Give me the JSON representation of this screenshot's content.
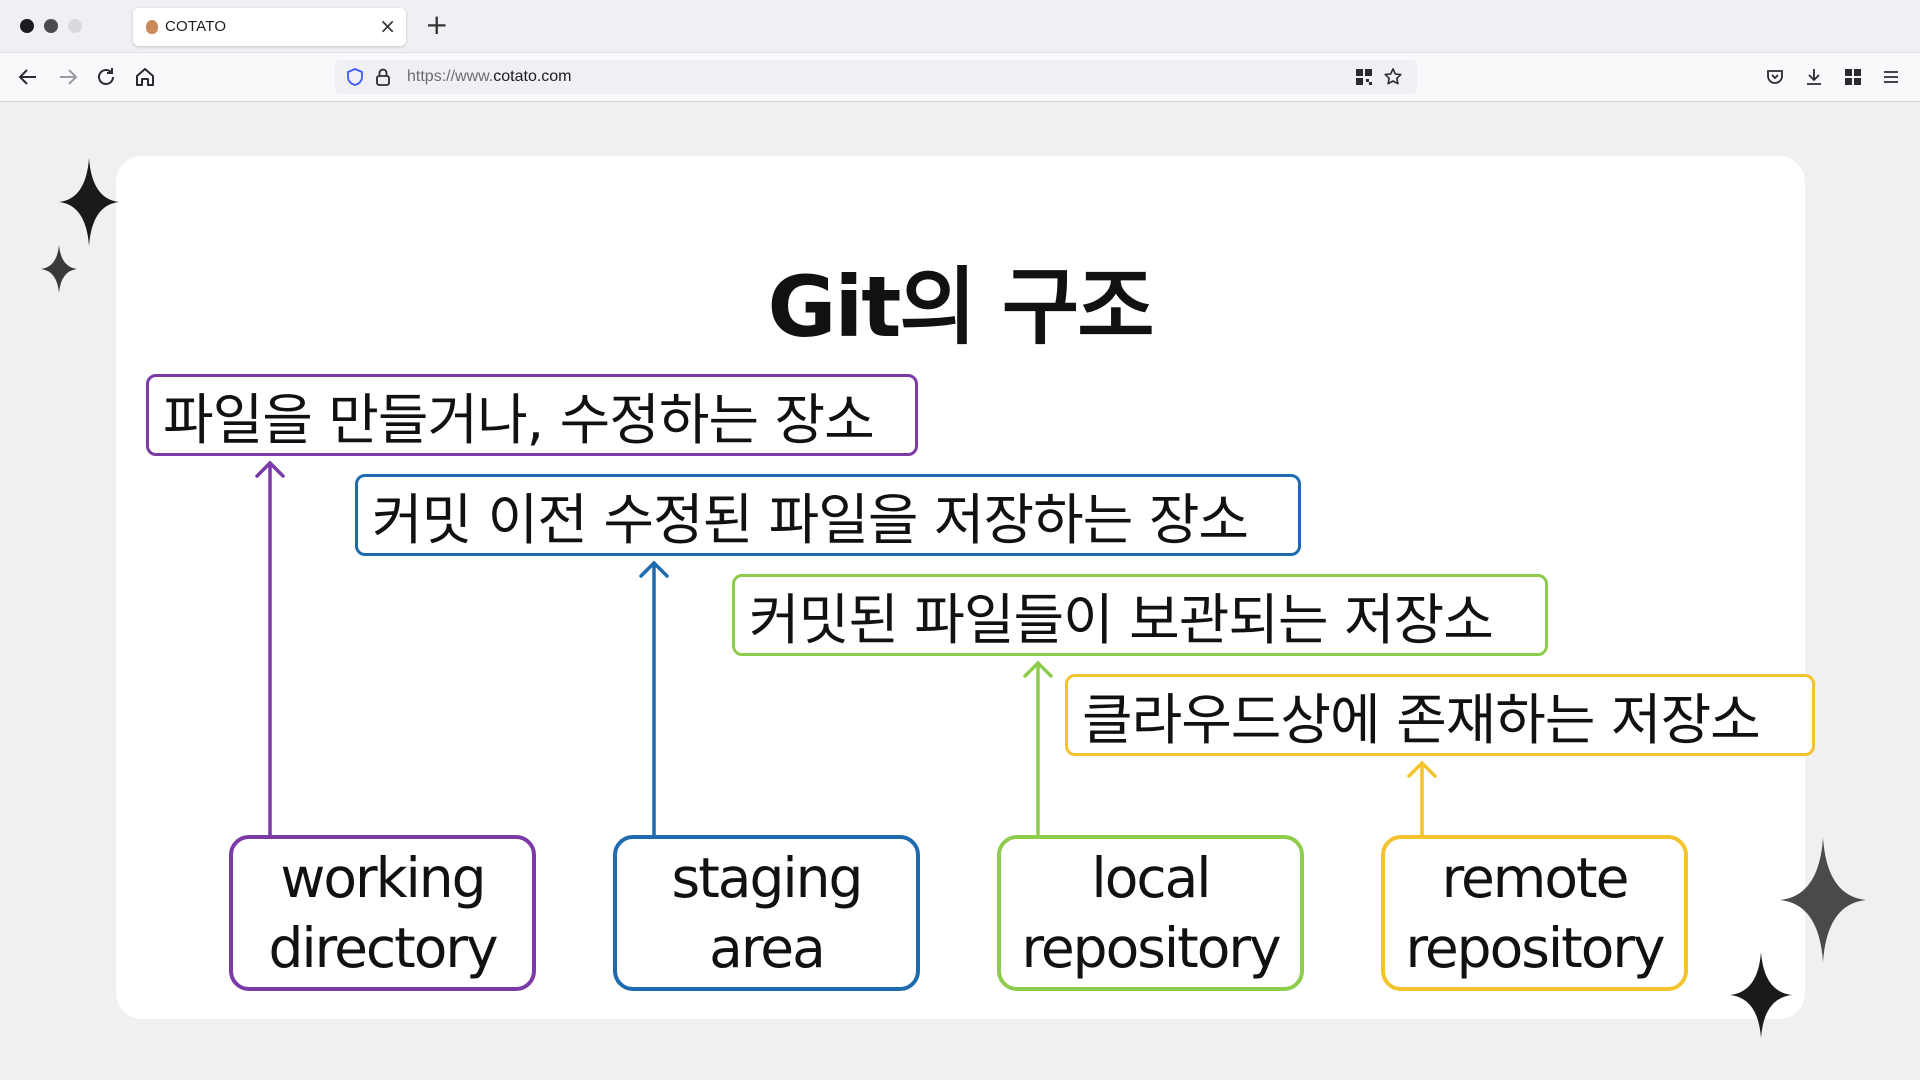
{
  "browser": {
    "tab_title": "COTATO",
    "tab_close_glyph": "×",
    "new_tab_glyph": "+",
    "url_scheme": "https://www.",
    "url_host": "cotato.com"
  },
  "slide": {
    "title": "Git의 구조",
    "descriptions": [
      {
        "text": "파일을 만들거나, 수정하는 장소",
        "color": "#7b3aa6"
      },
      {
        "text": "커밋 이전 수정된 파일을 저장하는 장소",
        "color": "#1f6bb0"
      },
      {
        "text": "커밋된 파일들이 보관되는 저장소",
        "color": "#8ecc4e"
      },
      {
        "text": "클라우드상에 존재하는 저장소",
        "color": "#f2c32c"
      }
    ],
    "terms": [
      {
        "line1": "working",
        "line2": "directory",
        "color": "#7b3aa6"
      },
      {
        "line1": "staging",
        "line2": "area",
        "color": "#1f6bb0"
      },
      {
        "line1": "local",
        "line2": "repository",
        "color": "#8ecc4e"
      },
      {
        "line1": "remote",
        "line2": "repository",
        "color": "#f2c32c"
      }
    ]
  }
}
